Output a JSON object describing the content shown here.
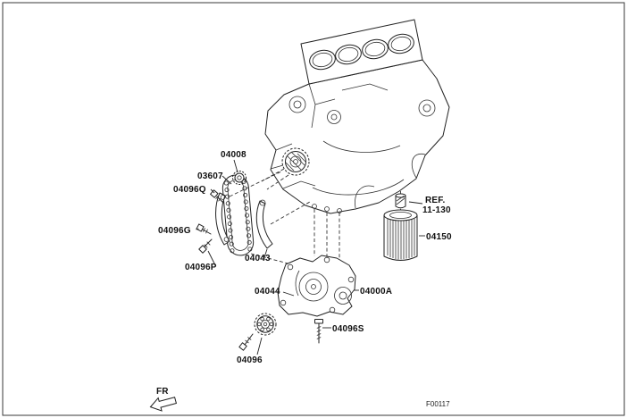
{
  "figure": {
    "code": "F00117",
    "front_marker": "FR",
    "reference_note": {
      "line1": "REF.",
      "line2": "11-130"
    }
  },
  "part_labels": {
    "p04008": "04008",
    "p03607": "03607",
    "p04096Q": "04096Q",
    "p04096G": "04096G",
    "p04096P": "04096P",
    "p04043": "04043",
    "p04044": "04044",
    "p04000A": "04000A",
    "p04096S": "04096S",
    "p04096": "04096",
    "p04150": "04150"
  },
  "colors": {
    "line": "#222222",
    "background": "#ffffff"
  }
}
